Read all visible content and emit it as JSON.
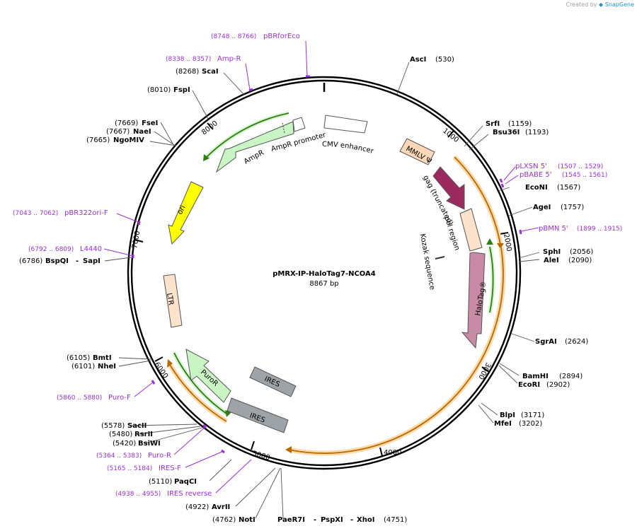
{
  "branding": {
    "created_by": "Created by",
    "product": "SnapGene"
  },
  "plasmid": {
    "name": "pMRX-IP-HaloTag7-NCOA4",
    "length": "8867 bp"
  },
  "ruler": [
    "1000",
    "2000",
    "3000",
    "4000",
    "5000",
    "6000",
    "7000",
    "8000"
  ],
  "features": {
    "cmv_enhancer": "CMV enhancer",
    "mmlv_psi": "MMLV Ψ",
    "gag": "gag (truncated)",
    "pol": "pol region",
    "kozak": "Kozak sequence",
    "halotag": "HaloTag®",
    "ires1": "IRES",
    "ires2": "IRES",
    "puror": "PuroR",
    "ltr": "LTR",
    "ori": "ori",
    "ampr": "AmpR",
    "ampr_promoter": "AmpR promoter"
  },
  "sites": {
    "asci": {
      "name": "AscI",
      "pos": "(530)"
    },
    "srfi": {
      "name": "SrfI",
      "pos": "(1159)"
    },
    "bsu36i": {
      "name": "Bsu36I",
      "pos": "(1193)"
    },
    "econi": {
      "name": "EcoNI",
      "pos": "(1567)"
    },
    "agei": {
      "name": "AgeI",
      "pos": "(1757)"
    },
    "sphi": {
      "name": "SphI",
      "pos": "(2056)"
    },
    "alei": {
      "name": "AleI",
      "pos": "(2090)"
    },
    "sgrai": {
      "name": "SgrAI",
      "pos": "(2624)"
    },
    "bamhi": {
      "name": "BamHI",
      "pos": "(2894)"
    },
    "ecori": {
      "name": "EcoRI",
      "pos": "(2902)"
    },
    "blpi": {
      "name": "BlpI",
      "pos": "(3171)"
    },
    "mfei": {
      "name": "MfeI",
      "pos": "(3202)"
    },
    "paer7i": {
      "name": "PaeR7I",
      "sep1": "-",
      "psxi": "PspXI",
      "sep2": "-",
      "xhoi": "XhoI",
      "pos": "(4751)"
    },
    "noti": {
      "name": "NotI",
      "pos": "(4762)"
    },
    "avrii": {
      "name": "AvrII",
      "pos": "(4922)"
    },
    "paqci": {
      "name": "PaqCI",
      "pos": "(5110)"
    },
    "bsiwi": {
      "name": "BsiWI",
      "pos": "(5420)"
    },
    "rsrii": {
      "name": "RsrII",
      "pos": "(5480)"
    },
    "sacii": {
      "name": "SacII",
      "pos": "(5578)"
    },
    "nhei": {
      "name": "NheI",
      "pos": "(6101)"
    },
    "bmti": {
      "name": "BmtI",
      "pos": "(6105)"
    },
    "bspqi": {
      "name": "BspQI",
      "sep": "-",
      "sapi": "SapI",
      "pos": "(6786)"
    },
    "ngomiv": {
      "name": "NgoMIV",
      "pos": "(7665)"
    },
    "naei": {
      "name": "NaeI",
      "pos": "(7667)"
    },
    "fsei": {
      "name": "FseI",
      "pos": "(7669)"
    },
    "fspi": {
      "name": "FspI",
      "pos": "(8010)"
    },
    "scai": {
      "name": "ScaI",
      "pos": "(8268)"
    }
  },
  "primers": {
    "pbrforeco": {
      "range": "(8748 .. 8766)",
      "name": "pBRforEco"
    },
    "ampr": {
      "range": "(8338 .. 8357)",
      "name": "Amp-R"
    },
    "plxsn": {
      "name": "pLXSN 5'",
      "range": "(1507 .. 1529)"
    },
    "pbabe": {
      "name": "pBABE 5'",
      "range": "(1545 .. 1561)"
    },
    "pbmn": {
      "name": "pBMN 5'",
      "range": "(1899 .. 1915)"
    },
    "pbr322ori": {
      "range": "(7043 .. 7062)",
      "name": "pBR322ori-F"
    },
    "l4440": {
      "range": "(6792 .. 6809)",
      "name": "L4440"
    },
    "purof": {
      "range": "(5860 .. 5880)",
      "name": "Puro-F"
    },
    "puror": {
      "range": "(5364 .. 5383)",
      "name": "Puro-R"
    },
    "iresf": {
      "range": "(5165 .. 5184)",
      "name": "IRES-F"
    },
    "iresrev": {
      "range": "(4938 .. 4955)",
      "name": "IRES reverse"
    }
  },
  "colors": {
    "backbone": "#000000",
    "primer": "#9b30d9",
    "orf_orange": "#f5a623",
    "orf_green": "#4ea32a",
    "mmlv_psi": "#fcd8b8",
    "gag": "#9b2a5e",
    "pol": "#fde3cc",
    "halotag": "#c98aa5",
    "ires": "#9ea3a8",
    "puror": "#c9f5c4",
    "ampr": "#c9f5c4",
    "ori": "#ffff00",
    "ltr": "#fde3cc"
  }
}
